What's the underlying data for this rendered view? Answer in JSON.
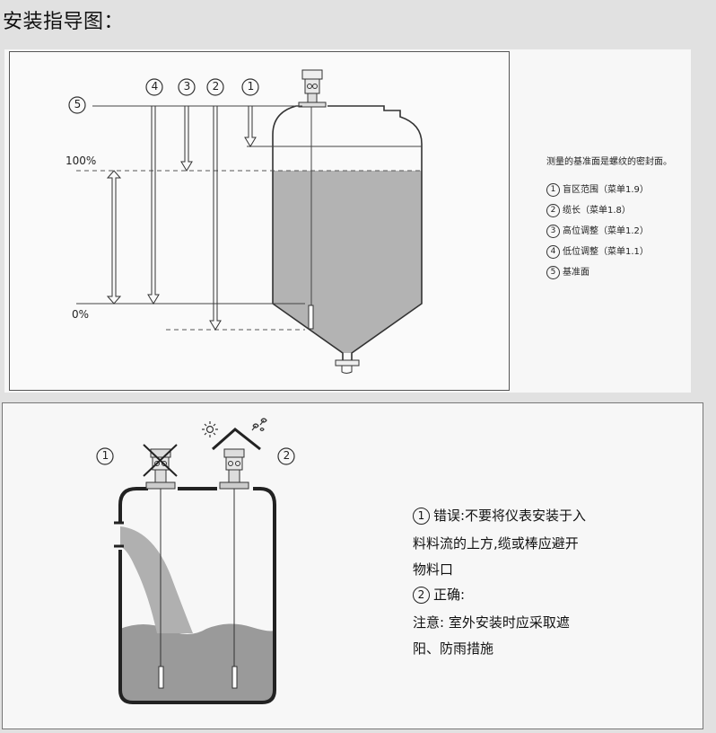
{
  "title": "安装指导图：",
  "diagram1": {
    "labels": {
      "l5": "⑤",
      "l4": "④",
      "l3": "③",
      "l2": "②",
      "l1": "①",
      "pct100": "100%",
      "pct0": "0%"
    },
    "note": "测量的基准面是螺纹的密封面。",
    "legend": [
      {
        "num": "1",
        "text": "盲区范围（菜单1.9）"
      },
      {
        "num": "2",
        "text": "缆长（菜单1.8）"
      },
      {
        "num": "3",
        "text": "高位调整（菜单1.2）"
      },
      {
        "num": "4",
        "text": "低位调整（菜单1.1）"
      },
      {
        "num": "5",
        "text": "基准面"
      }
    ]
  },
  "diagram2": {
    "labels": {
      "wrong": "①",
      "right": "②"
    },
    "lines": [
      {
        "num": "1",
        "text": "错误:不要将仪表安装于入"
      },
      {
        "num": "",
        "text": "料料流的上方,缆或棒应避开"
      },
      {
        "num": "",
        "text": "物料口"
      },
      {
        "num": "2",
        "text": "正确:"
      },
      {
        "num": "",
        "text": "注意:   室外安装时应采取遮"
      },
      {
        "num": "",
        "text": "阳、防雨措施"
      }
    ]
  }
}
